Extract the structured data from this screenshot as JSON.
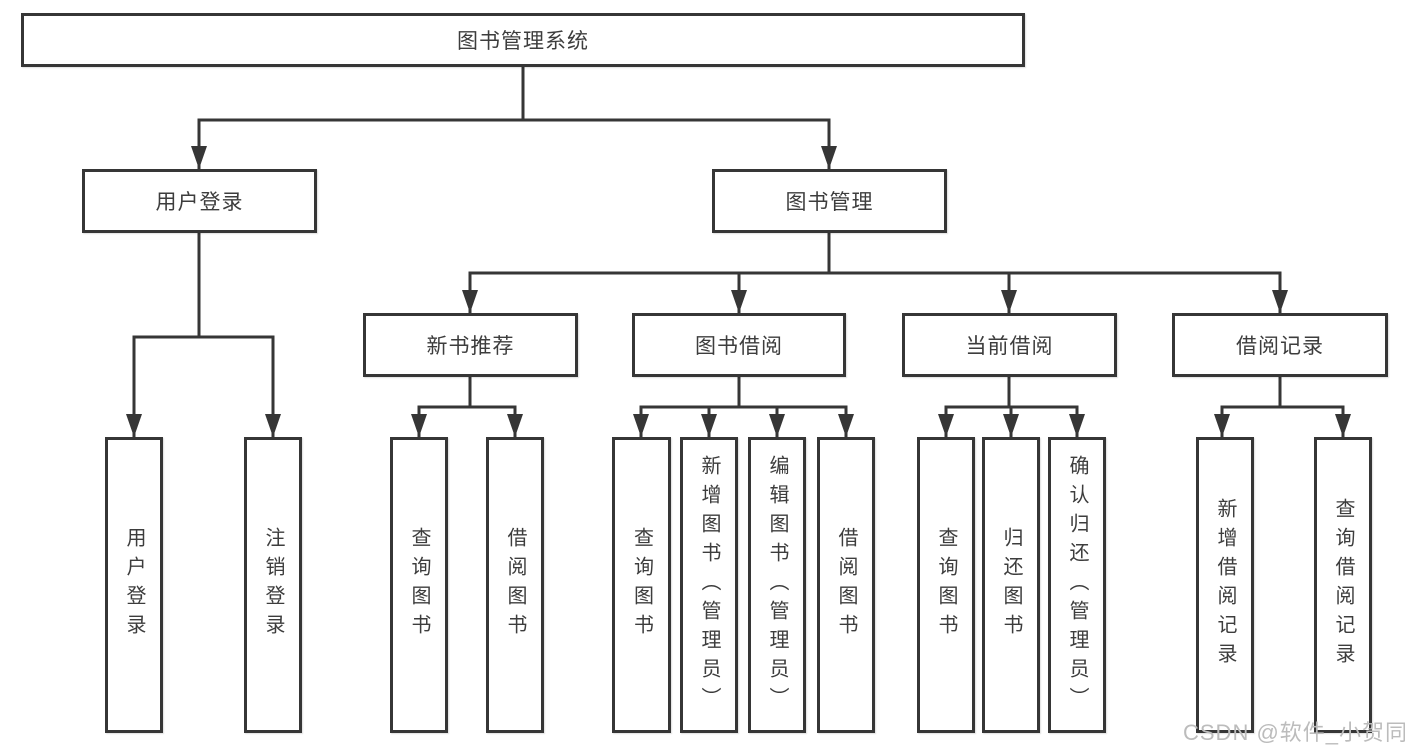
{
  "tree": {
    "root": {
      "label": "图书管理系统",
      "children": [
        {
          "label": "用户登录",
          "children": [
            {
              "label": "用户登录"
            },
            {
              "label": "注销登录"
            }
          ]
        },
        {
          "label": "图书管理",
          "children": [
            {
              "label": "新书推荐",
              "children": [
                {
                  "label": "查询图书"
                },
                {
                  "label": "借阅图书"
                }
              ]
            },
            {
              "label": "图书借阅",
              "children": [
                {
                  "label": "查询图书"
                },
                {
                  "label": "新增图书（管理员）"
                },
                {
                  "label": "编辑图书（管理员）"
                },
                {
                  "label": "借阅图书"
                }
              ]
            },
            {
              "label": "当前借阅",
              "children": [
                {
                  "label": "查询图书"
                },
                {
                  "label": "归还图书"
                },
                {
                  "label": "确认归还（管理员）"
                }
              ]
            },
            {
              "label": "借阅记录",
              "children": [
                {
                  "label": "新增借阅记录"
                },
                {
                  "label": "查询借阅记录"
                }
              ]
            }
          ]
        }
      ]
    }
  },
  "watermark": {
    "text": "CSDN @软件_小贺同学"
  },
  "colors": {
    "line": "#363636",
    "text": "#3d3d3d",
    "watermark": "#bcbcbc",
    "background": "#ffffff"
  }
}
